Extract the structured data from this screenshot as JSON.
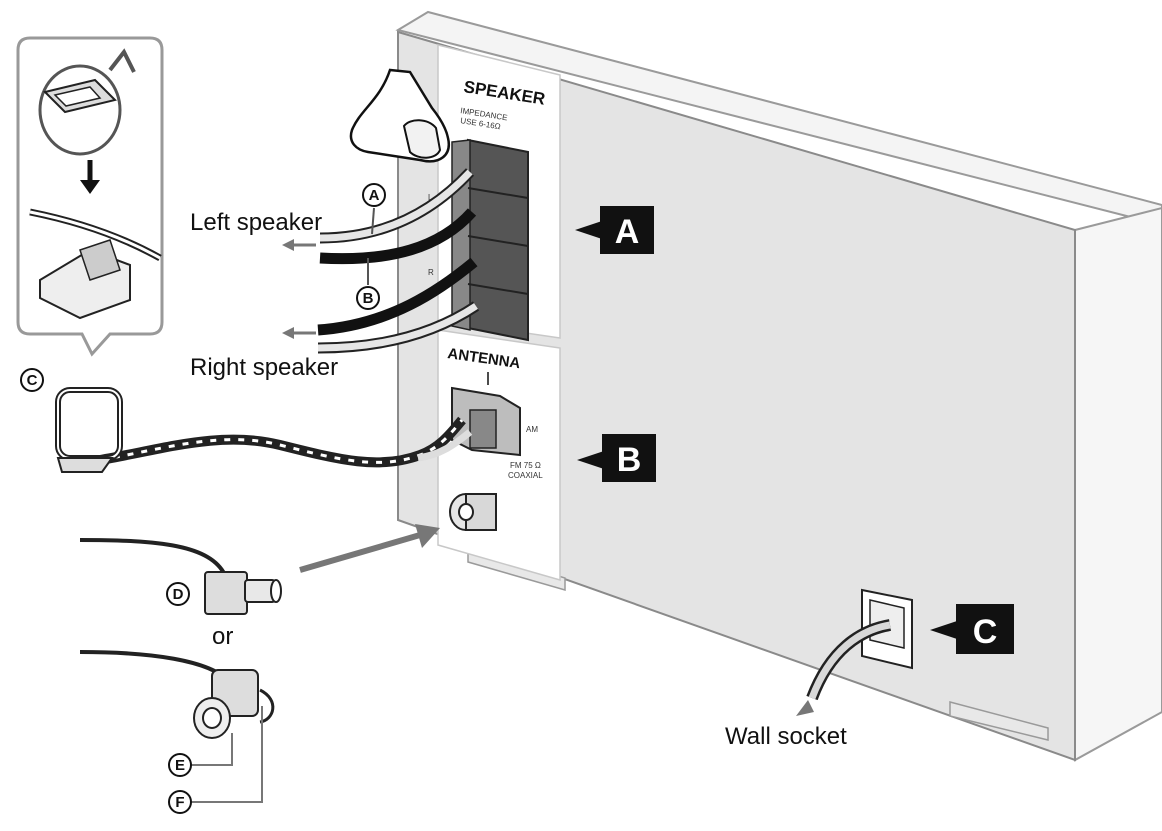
{
  "labels": {
    "left_speaker": "Left speaker",
    "right_speaker": "Right speaker",
    "wall_socket": "Wall socket",
    "or_text": "or"
  },
  "panel": {
    "speaker_title": "SPEAKER",
    "speaker_impedance_1": "IMPEDANCE",
    "speaker_impedance_2": "USE 6-16Ω",
    "terminal_l": "L",
    "terminal_r": "R",
    "antenna_title": "ANTENNA",
    "am_label": "AM",
    "fm_label_1": "FM 75 Ω",
    "fm_label_2": "COAXIAL"
  },
  "badges": {
    "a": "A",
    "b": "B",
    "c": "C"
  },
  "circled": {
    "a": "A",
    "b": "B",
    "c": "C",
    "d": "D",
    "e": "E",
    "f": "F"
  },
  "colors": {
    "unit_face": "#e6e6e6",
    "unit_side": "#f2f2f2",
    "badge": "#111111",
    "cable_dark": "#111111",
    "cable_light": "#d9d9d9"
  }
}
